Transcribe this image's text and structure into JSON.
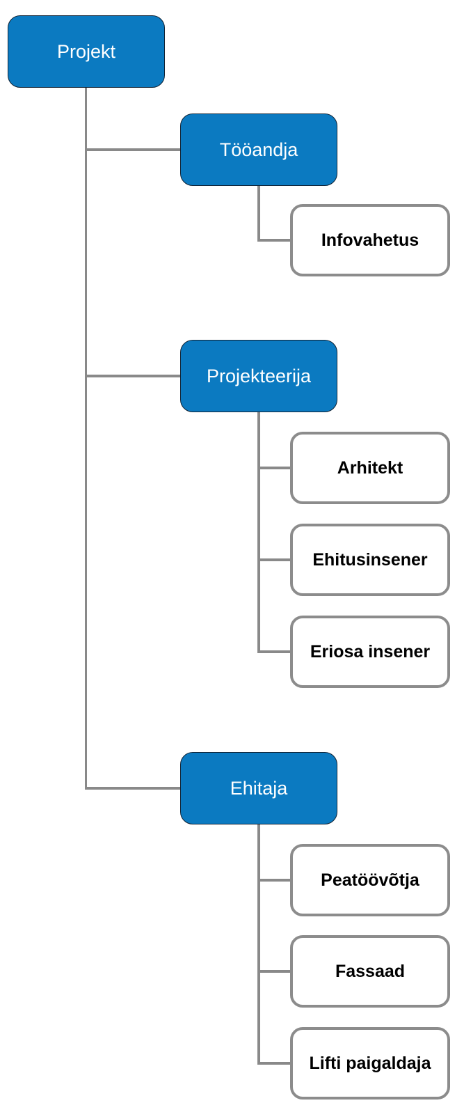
{
  "diagram": {
    "type": "org-chart",
    "root": {
      "label": "Projekt"
    },
    "branches": [
      {
        "label": "Tööandja",
        "children": [
          "Infovahetus"
        ]
      },
      {
        "label": "Projekteerija",
        "children": [
          "Arhitekt",
          "Ehitusinsener",
          "Eriosa insener"
        ]
      },
      {
        "label": "Ehitaja",
        "children": [
          "Peatöövõtja",
          "Fassaad",
          "Lifti paigaldaja"
        ]
      }
    ],
    "colors": {
      "background": "#ffffff",
      "blue_fill": "#0b7ac1",
      "blue_border": "#0f2133",
      "white_fill": "#ffffff",
      "gray_border": "#8c8c8c",
      "connector": "#898989",
      "text_on_blue": "#ffffff",
      "text_on_white": "#000000"
    }
  }
}
